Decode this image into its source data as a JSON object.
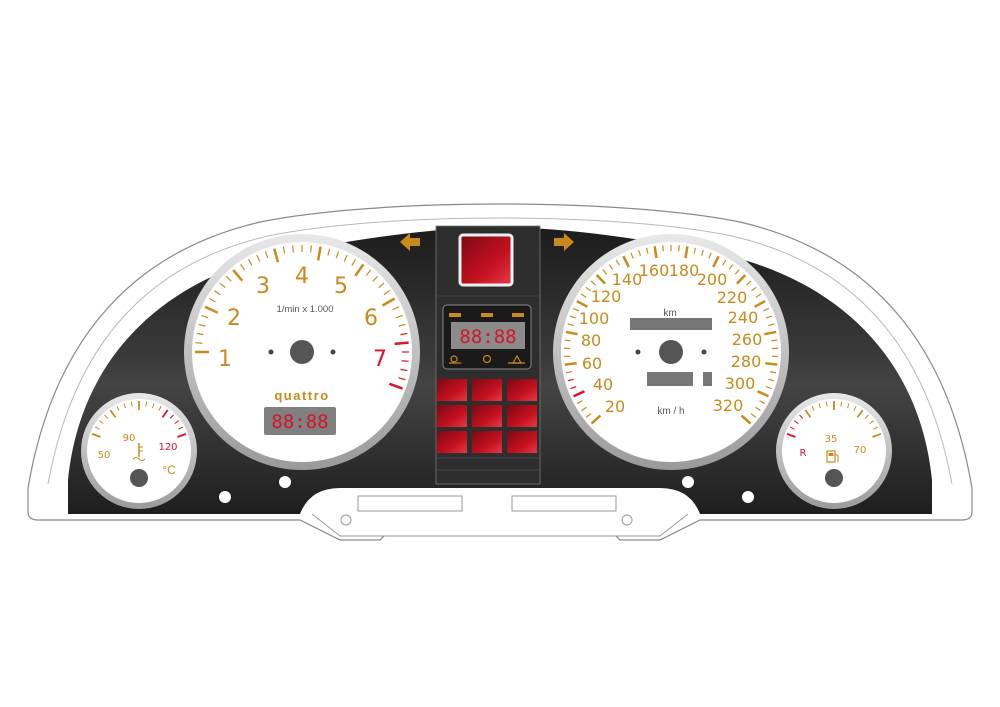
{
  "tachometer": {
    "labels": [
      "1",
      "2",
      "3",
      "4",
      "5",
      "6",
      "7"
    ],
    "unit": "1/min x 1.000",
    "brand": "quattro",
    "display": "88:88"
  },
  "speedometer": {
    "labels": [
      "20",
      "40",
      "60",
      "80",
      "100",
      "120",
      "140",
      "160",
      "180",
      "200",
      "220",
      "240",
      "260",
      "280",
      "300",
      "320"
    ],
    "odo_unit": "km",
    "unit": "km / h"
  },
  "temperature": {
    "labels": [
      "50",
      "90",
      "120"
    ],
    "unit": "°C",
    "icon": "coolant-thermometer-icon"
  },
  "fuel": {
    "labels": [
      "R",
      "35",
      "70"
    ],
    "icon": "fuel-pump-icon"
  },
  "center": {
    "display": "88:88",
    "warning_icon": "warning-triangle-icon",
    "left_arrow_icon": "left-turn-arrow-icon",
    "right_arrow_icon": "right-turn-arrow-icon"
  },
  "colors": {
    "accent": "#c98a1b",
    "redline": "#e0102a",
    "panel": "#2a2a2a",
    "warning_red": "#c21020"
  }
}
